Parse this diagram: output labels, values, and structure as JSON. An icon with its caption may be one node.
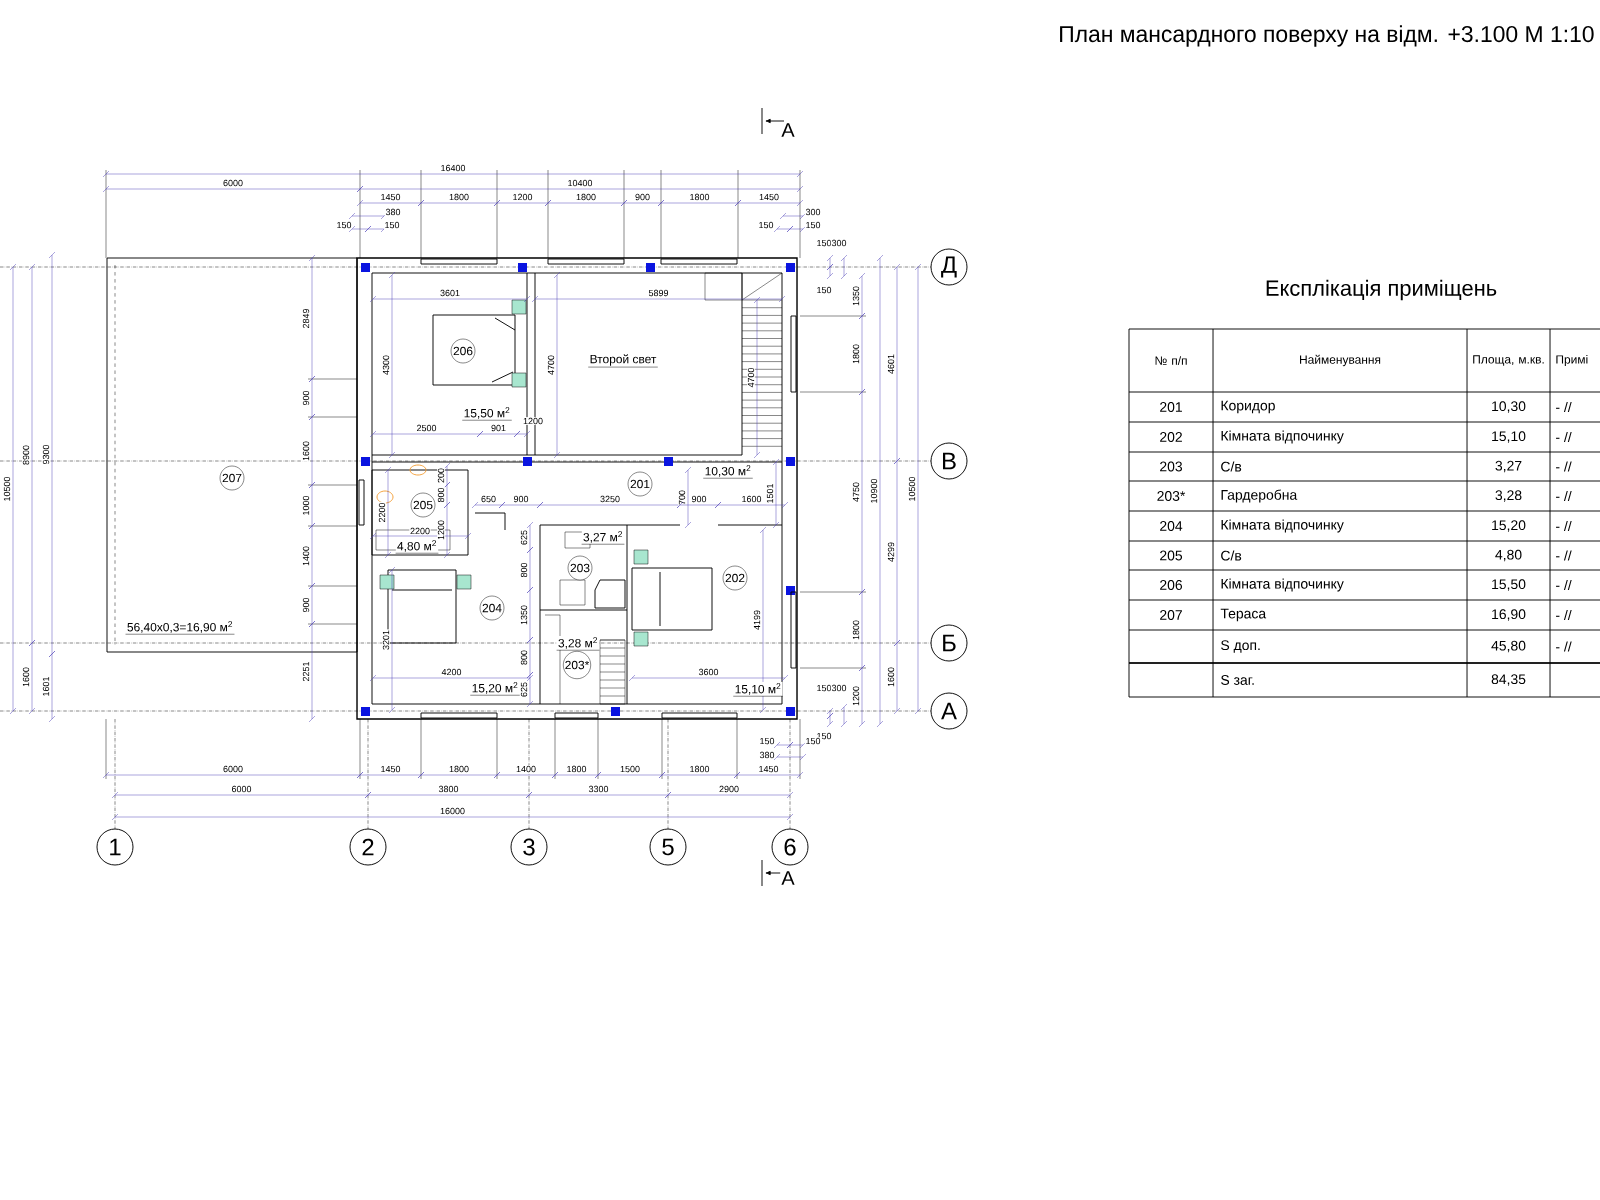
{
  "diagram": {
    "title": "План мансардного поверху на відм. +3.100 М 1:10",
    "nodes": [
      {
        "text": [
          "Д"
        ]
      },
      {
        "text": [
          "В"
        ]
      },
      {
        "text": [
          "Б"
        ]
      },
      {
        "text": [
          "А"
        ]
      },
      {
        "text": [
          "1"
        ]
      },
      {
        "text": [
          "2"
        ]
      },
      {
        "text": [
          "3"
        ]
      },
      {
        "text": [
          "5"
        ]
      },
      {
        "text": [
          "6"
        ]
      },
      {
        "text": [
          "206"
        ]
      },
      {
        "text": [
          "207"
        ]
      },
      {
        "text": [
          "205"
        ]
      },
      {
        "text": [
          "201"
        ]
      },
      {
        "text": [
          "204"
        ]
      },
      {
        "text": [
          "203"
        ]
      },
      {
        "text": [
          "203*"
        ]
      },
      {
        "text": [
          "202"
        ]
      }
    ],
    "labels": [
      "А",
      "16400",
      "6000",
      "10400",
      "1450",
      "1800",
      "1200",
      "1800",
      "900",
      "1800",
      "1450",
      "380",
      "300",
      "150",
      "150",
      "150",
      "150",
      "10500",
      "8900",
      "9300",
      "1600",
      "1601",
      "2849",
      "900",
      "1600",
      "1000",
      "1400",
      "900",
      "2251",
      "Второй свет",
      "3601",
      "5899",
      "4300",
      "4700",
      "4700",
      "2500",
      "901",
      "1200",
      "200",
      "800",
      "2200",
      "2200",
      "1200",
      "650",
      "900",
      "3250",
      "700",
      "900",
      "1600",
      "1501",
      "625",
      "800",
      "1350",
      "800",
      "625",
      "3201",
      "4200",
      "3600",
      "4199",
      "150",
      "300",
      "150",
      "1350",
      "1800",
      "4750",
      "1800",
      "1200",
      "150",
      "300",
      "150",
      "10900",
      "4601",
      "4299",
      "1600",
      "10500",
      "150",
      "150",
      "380",
      "6000",
      "1450",
      "1800",
      "1400",
      "1800",
      "1500",
      "1800",
      "1450",
      "6000",
      "3800",
      "3300",
      "2900",
      "16000",
      "А",
      "Експлікація приміщень",
      "№ п/п",
      "Найменування",
      "Площа, м.кв.",
      "Примі",
      "201",
      "Коридор",
      "10,30",
      "- //",
      "202",
      "Кімната відпочинку",
      "15,10",
      "- //",
      "203",
      "С/в",
      "3,27",
      "- //",
      "203*",
      "Гардеробна",
      "3,28",
      "- //",
      "204",
      "Кімната відпочинку",
      "15,20",
      "- //",
      "205",
      "С/в",
      "4,80",
      "- //",
      "206",
      "Кімната відпочинку",
      "15,50",
      "- //",
      "207",
      "Тераса",
      "16,90",
      "- //",
      "S доп.",
      "45,80",
      "- //",
      "S заг.",
      "84,35",
      "15,50 м$^{2}$",
      "56,40x0,3=16,90 м$^{2}$",
      "4,80 м$^{2}$",
      "10,30 м$^{2}$",
      "15,20 м$^{2}$",
      "3,27 м$^{2}$",
      "3,28 м$^{2}$",
      "15,10 м$^{2}$"
    ]
  }
}
